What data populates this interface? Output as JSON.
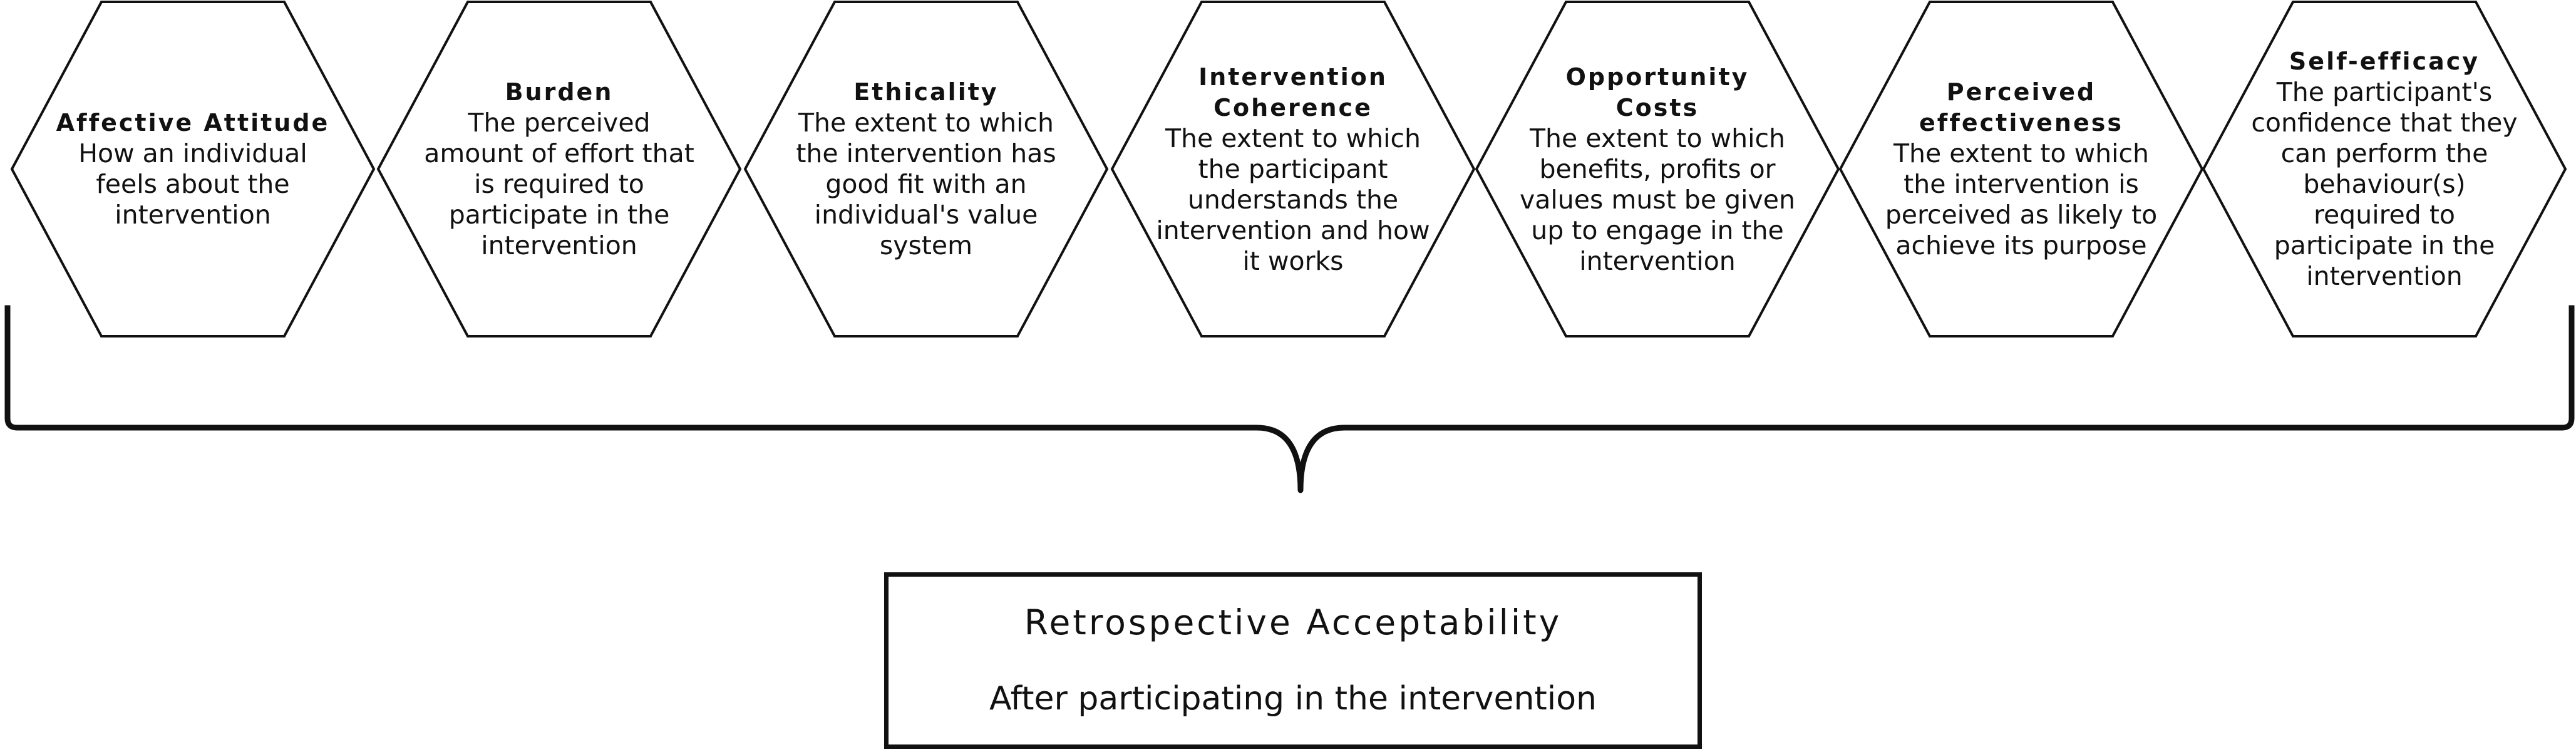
{
  "components": [
    {
      "title": "Affective Attitude",
      "description": "How an individual feels about the intervention"
    },
    {
      "title": "Burden",
      "description": "The perceived amount of effort that is required to participate in the intervention"
    },
    {
      "title": "Ethicality",
      "description": "The extent to which the intervention has good fit with an individual's value system"
    },
    {
      "title": "Intervention Coherence",
      "description": "The extent to which the participant understands the intervention and how it works"
    },
    {
      "title": "Opportunity Costs",
      "description": "The extent to which benefits, profits or values must be given up to engage in the intervention"
    },
    {
      "title": "Perceived effectiveness",
      "description": "The extent to which the intervention is perceived as likely to achieve its purpose"
    },
    {
      "title": "Self-efficacy",
      "description": "The participant's confidence that they can perform the behaviour(s) required to participate in the intervention"
    }
  ],
  "result": {
    "title": "Retrospective Acceptability",
    "subtitle": "After participating in the intervention"
  },
  "colors": {
    "stroke": "#111111",
    "background": "#ffffff"
  }
}
